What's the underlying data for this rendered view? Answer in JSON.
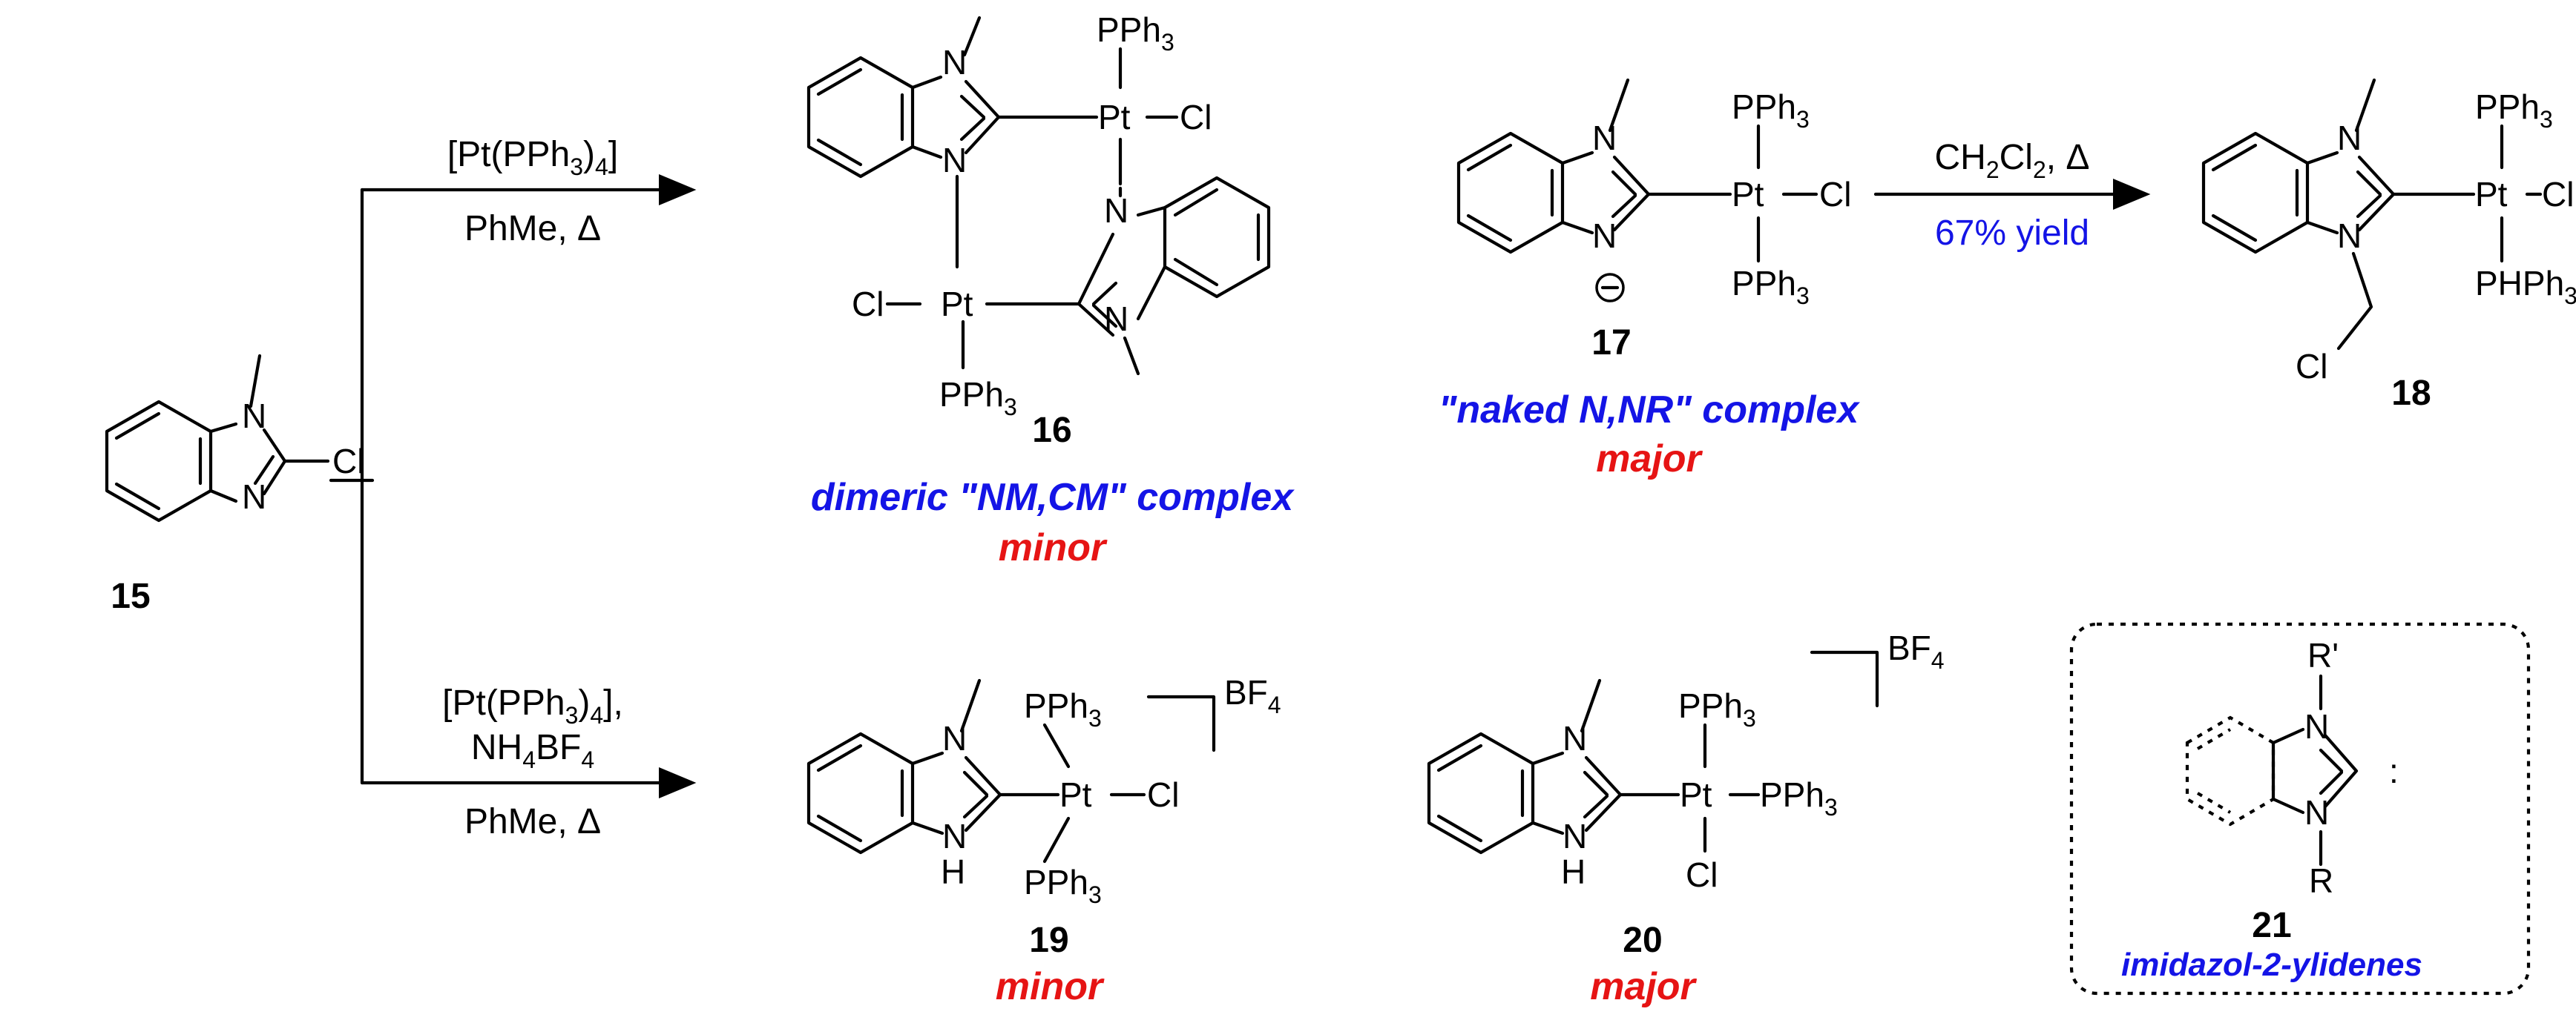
{
  "compounds": {
    "c15": {
      "number": "15"
    },
    "c16": {
      "number": "16",
      "description": "dimeric \"NM,CM\" complex",
      "label": "minor"
    },
    "c17": {
      "number": "17",
      "description": "\"naked N,NR\" complex",
      "label": "major"
    },
    "c18": {
      "number": "18"
    },
    "c19": {
      "number": "19",
      "label": "minor"
    },
    "c20": {
      "number": "20",
      "label": "major"
    },
    "c21": {
      "number": "21",
      "description": "imidazol-2-ylidenes"
    }
  },
  "conditions": {
    "upper": {
      "reagent": "[Pt(PPh3)4]",
      "solvent": "PhMe, Δ"
    },
    "lower": {
      "reagent1": "[Pt(PPh3)4],",
      "reagent2": "NH4BF4",
      "solvent": "PhMe, Δ"
    },
    "step17to18": {
      "reagent": "CH2Cl2, Δ",
      "yield": "67% yield"
    }
  },
  "colors": {
    "blue": "#1414e6",
    "red": "#e61414",
    "bonds": "#000000"
  }
}
